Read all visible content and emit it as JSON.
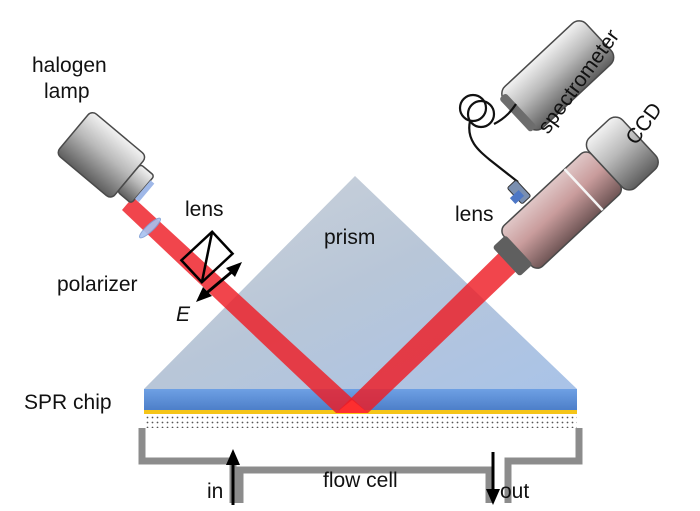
{
  "labels": {
    "lamp_line1": "halogen",
    "lamp_line2": "lamp",
    "lens_left": "lens",
    "polarizer": "polarizer",
    "field": "E",
    "prism": "prism",
    "spectrometer": "spectrometer",
    "ccd": "CCD",
    "lens_right": "lens",
    "chip": "SPR chip",
    "flow_cell": "flow cell",
    "inlet": "in",
    "outlet": "out"
  },
  "colors": {
    "beam": "#ee1c24",
    "prism": "#c4cbd4",
    "chip_top": "#5b8fd8",
    "gold_layer": "#f5c518",
    "flow_cell_wall": "#8c8c8c"
  }
}
